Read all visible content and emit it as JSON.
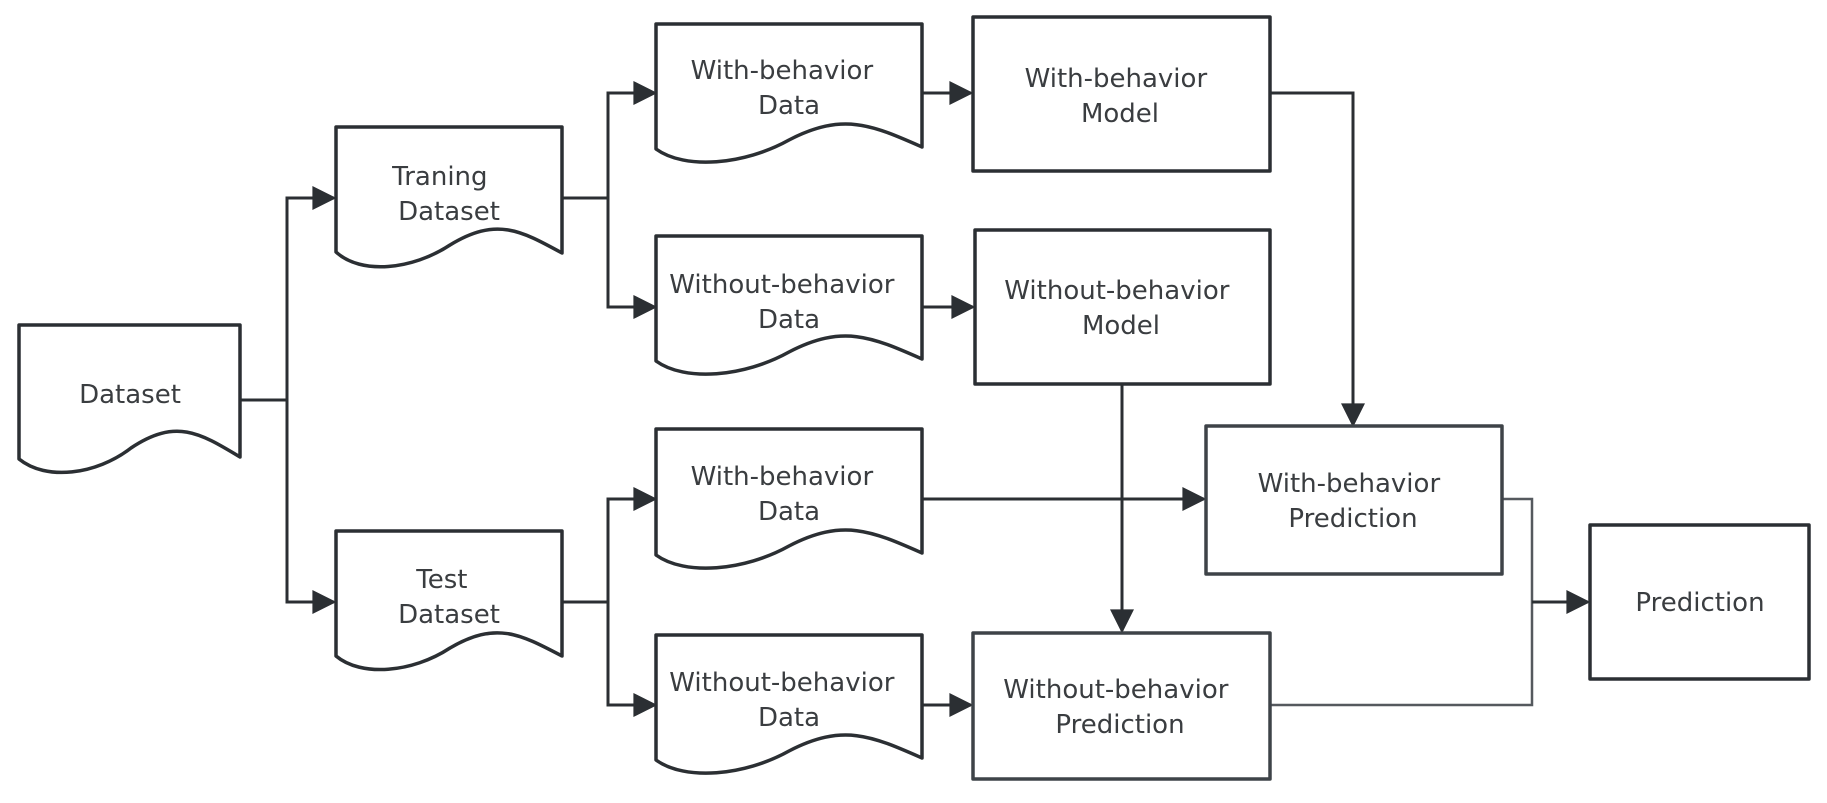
{
  "diagram": {
    "nodes": {
      "dataset": {
        "lines": [
          "Dataset"
        ]
      },
      "training_dataset": {
        "lines": [
          "Traning",
          "Dataset"
        ]
      },
      "test_dataset": {
        "lines": [
          "Test",
          "Dataset"
        ]
      },
      "train_with_data": {
        "lines": [
          "With-behavior",
          "Data"
        ]
      },
      "train_without_data": {
        "lines": [
          "Without-behavior",
          "Data"
        ]
      },
      "with_model": {
        "lines": [
          "With-behavior",
          "Model"
        ]
      },
      "without_model": {
        "lines": [
          "Without-behavior",
          "Model"
        ]
      },
      "test_with_data": {
        "lines": [
          "With-behavior",
          "Data"
        ]
      },
      "test_without_data": {
        "lines": [
          "Without-behavior",
          "Data"
        ]
      },
      "with_prediction": {
        "lines": [
          "With-behavior",
          "Prediction"
        ]
      },
      "without_prediction": {
        "lines": [
          "Without-behavior",
          "Prediction"
        ]
      },
      "prediction": {
        "lines": [
          "Prediction"
        ]
      }
    },
    "edges": [
      {
        "from": "dataset",
        "to": "training_dataset"
      },
      {
        "from": "dataset",
        "to": "test_dataset"
      },
      {
        "from": "training_dataset",
        "to": "train_with_data"
      },
      {
        "from": "training_dataset",
        "to": "train_without_data"
      },
      {
        "from": "train_with_data",
        "to": "with_model"
      },
      {
        "from": "train_without_data",
        "to": "without_model"
      },
      {
        "from": "test_dataset",
        "to": "test_with_data"
      },
      {
        "from": "test_dataset",
        "to": "test_without_data"
      },
      {
        "from": "with_model",
        "to": "with_prediction"
      },
      {
        "from": "test_with_data",
        "to": "with_prediction"
      },
      {
        "from": "without_model",
        "to": "without_prediction"
      },
      {
        "from": "test_without_data",
        "to": "without_prediction"
      },
      {
        "from": "with_prediction",
        "to": "prediction"
      },
      {
        "from": "without_prediction",
        "to": "prediction"
      }
    ]
  }
}
